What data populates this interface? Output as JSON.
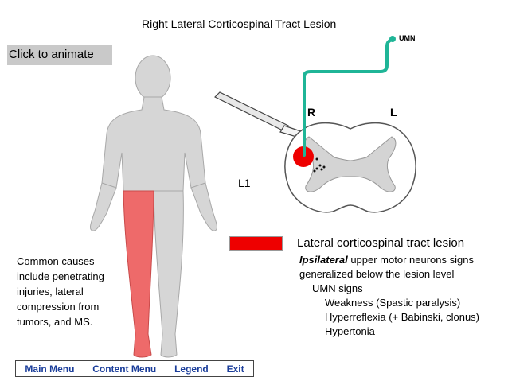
{
  "title": "Right Lateral Corticospinal Tract Lesion",
  "animate_button": "Click to animate",
  "diagram": {
    "umn_label": "UMN",
    "right_label": "R",
    "left_label": "L",
    "level_label": "L1",
    "pathway_color": "#1fb597",
    "lesion_color": "#ee0000",
    "affected_limb_color": "#ee6a6a"
  },
  "lesion_info": {
    "heading": "Lateral corticospinal tract lesion",
    "ipsilateral": "Ipsilateral",
    "line1_rest": " upper motor neurons signs",
    "line2": "generalized below the lesion level",
    "umn_signs": "UMN signs",
    "signs": [
      "Weakness (Spastic paralysis)",
      "Hyperreflexia (+ Babinski, clonus)",
      "Hypertonia"
    ]
  },
  "causes": "Common causes include penetrating injuries, lateral compression from tumors, and MS.",
  "menu": {
    "main": "Main Menu",
    "content": "Content Menu",
    "legend": "Legend",
    "exit": "Exit"
  }
}
